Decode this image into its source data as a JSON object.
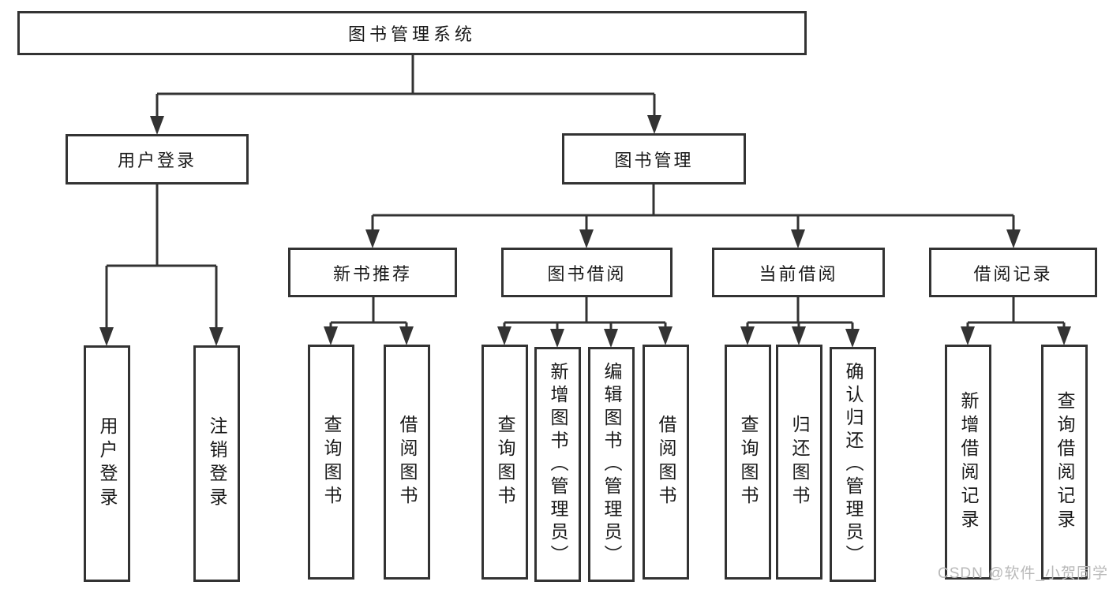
{
  "tree": {
    "root": {
      "label": "图书管理系统"
    },
    "level1": [
      {
        "label": "用户登录",
        "children": [
          {
            "label": "用户登录"
          },
          {
            "label": "注销登录"
          }
        ]
      },
      {
        "label": "图书管理",
        "children": [
          {
            "label": "新书推荐",
            "children": [
              {
                "label": "查询图书"
              },
              {
                "label": "借阅图书"
              }
            ]
          },
          {
            "label": "图书借阅",
            "children": [
              {
                "label": "查询图书"
              },
              {
                "label": "新增图书（管理员）"
              },
              {
                "label": "编辑图书（管理员）"
              },
              {
                "label": "借阅图书"
              }
            ]
          },
          {
            "label": "当前借阅",
            "children": [
              {
                "label": "查询图书"
              },
              {
                "label": "归还图书"
              },
              {
                "label": "确认归还（管理员）"
              }
            ]
          },
          {
            "label": "借阅记录",
            "children": [
              {
                "label": "新增借阅记录"
              },
              {
                "label": "查询借阅记录"
              }
            ]
          }
        ]
      }
    ]
  },
  "watermark": "CSDN @软件_小贺同学",
  "colors": {
    "line": "#333333",
    "text": "#1a1a1a",
    "background": "#ffffff",
    "watermark": "#b9b9b9"
  }
}
